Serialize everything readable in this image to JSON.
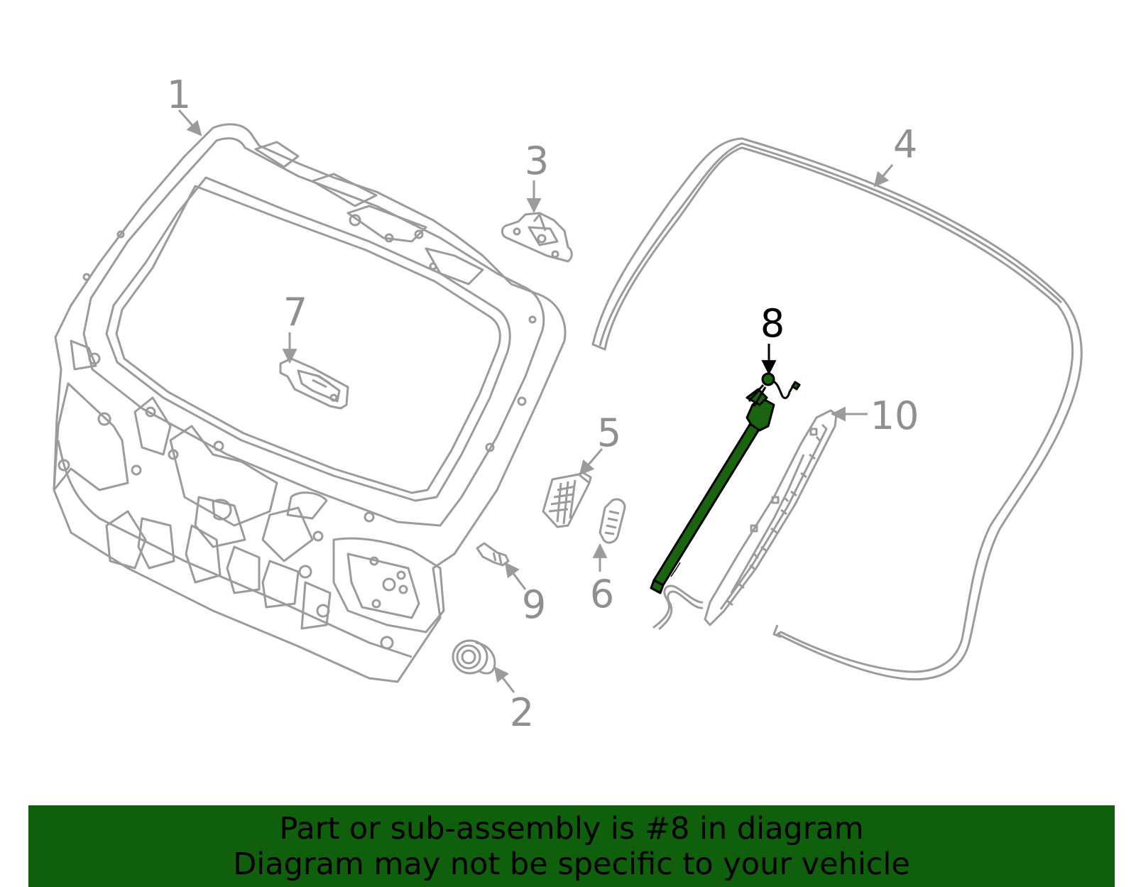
{
  "diagram": {
    "callouts": [
      "1",
      "2",
      "3",
      "4",
      "5",
      "6",
      "7",
      "8",
      "9",
      "10"
    ],
    "highlighted_callout": "8",
    "colors": {
      "part_outline": "#9b9b9b",
      "highlight_fill": "#1a6410",
      "highlight_outline": "#000000",
      "callout_text": "#8f8f8f",
      "banner_background": "#0f5f0c"
    }
  },
  "banner": {
    "line1": "Part or sub-assembly is #8 in diagram",
    "line2": "Diagram may not be specific to your vehicle"
  }
}
